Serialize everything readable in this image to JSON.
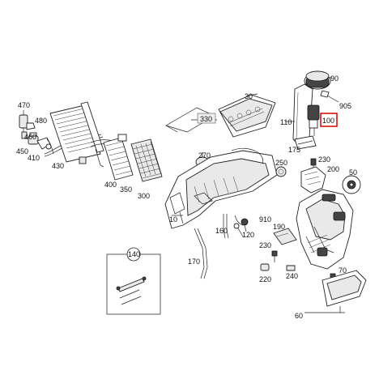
{
  "accent": "#d40000",
  "labels": {
    "l470": "470",
    "l480": "480",
    "l460": "460",
    "l450": "450",
    "l410": "410",
    "l430": "430",
    "l400": "400",
    "l350": "350",
    "l300": "300",
    "l330": "330",
    "l30": "30",
    "l110": "110",
    "l90": "90",
    "l905": "905",
    "l100": "100",
    "l175": "175",
    "l270": "270",
    "l250": "250",
    "l230a": "230",
    "l200": "200",
    "l50": "50",
    "l10": "10",
    "l910": "910",
    "l190": "190",
    "l160": "160",
    "l120": "120",
    "l140": "140",
    "l170": "170",
    "l230b": "230",
    "l220": "220",
    "l240": "240",
    "l70": "70",
    "l60": "60"
  }
}
